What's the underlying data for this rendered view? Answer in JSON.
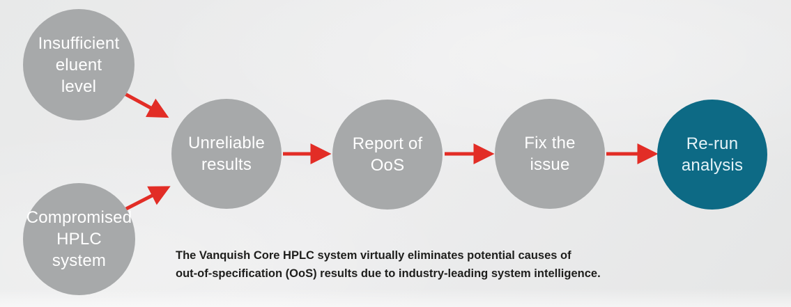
{
  "colors": {
    "background": "#e9eaea",
    "circle_gray": "#a7a9aa",
    "circle_teal": "#0d6a85",
    "arrow_red": "#e22d26",
    "circle_text": "#ffffff",
    "teal_text": "#e4f3f8",
    "caption_text": "#1e1e1c"
  },
  "diagram": {
    "nodes": [
      {
        "id": "insufficient-eluent-level",
        "label": "Insufficient\neluent\nlevel"
      },
      {
        "id": "compromised-hplc-system",
        "label": "Compromised\nHPLC\nsystem"
      },
      {
        "id": "unreliable-results",
        "label": "Unreliable\nresults"
      },
      {
        "id": "report-of-oos",
        "label": "Report of\nOoS"
      },
      {
        "id": "fix-the-issue",
        "label": "Fix the\nissue"
      },
      {
        "id": "re-run-analysis",
        "label": "Re-run\nanalysis"
      }
    ],
    "edges": [
      {
        "from": "insufficient-eluent-level",
        "to": "unreliable-results"
      },
      {
        "from": "compromised-hplc-system",
        "to": "unreliable-results"
      },
      {
        "from": "unreliable-results",
        "to": "report-of-oos"
      },
      {
        "from": "report-of-oos",
        "to": "fix-the-issue"
      },
      {
        "from": "fix-the-issue",
        "to": "re-run-analysis"
      }
    ]
  },
  "caption": {
    "text": "The Vanquish Core HPLC system virtually eliminates potential causes of\nout-of-specification (OoS) results due to industry-leading system intelligence."
  }
}
